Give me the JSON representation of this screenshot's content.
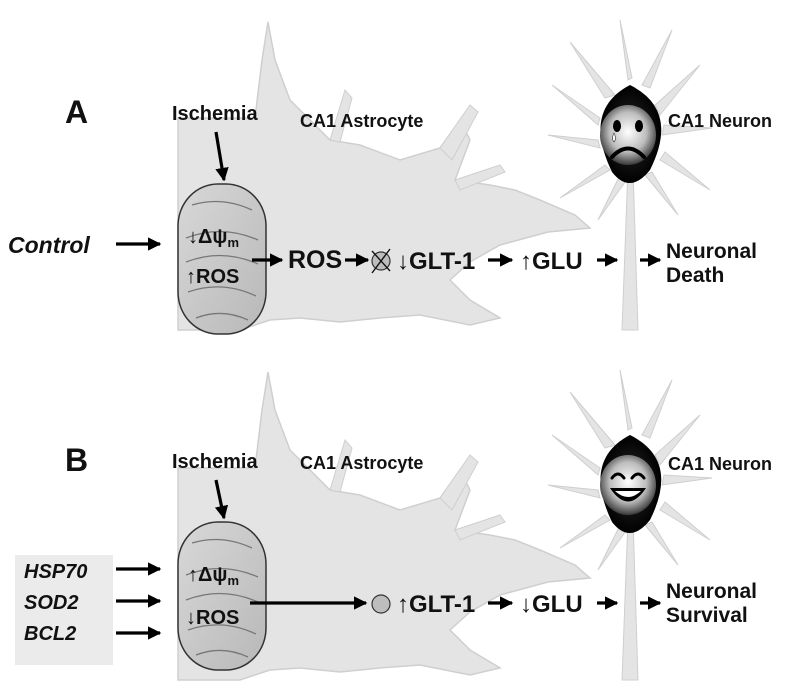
{
  "panels": [
    {
      "letter": "A",
      "ischemia": "Ischemia",
      "astrocyte": "CA1 Astrocyte",
      "neuron": "CA1 Neuron",
      "input": "Control",
      "mito_top_arrow": "↓",
      "mito_top_sym": "Δψ",
      "mito_top_sub": "m",
      "mito_bottom": "↑ROS",
      "ros": "ROS",
      "glt_arrow": "↓",
      "glt": "GLT-1",
      "glu_arrow": "↑",
      "glu": "GLU",
      "outcome_line1": "Neuronal",
      "outcome_line2": "Death"
    },
    {
      "letter": "B",
      "ischemia": "Ischemia",
      "astrocyte": "CA1 Astrocyte",
      "neuron": "CA1 Neuron",
      "inputs": [
        "HSP70",
        "SOD2",
        "BCL2"
      ],
      "mito_top_arrow": "↑",
      "mito_top_sym": "Δψ",
      "mito_top_sub": "m",
      "mito_bottom": "↓ROS",
      "glt_arrow": "↑",
      "glt": "GLT-1",
      "glu_arrow": "↓",
      "glu": "GLU",
      "outcome_line1": "Neuronal",
      "outcome_line2": "Survival"
    }
  ],
  "colors": {
    "cell_fill": "#e4e4e4",
    "cell_stroke": "#d4d4d4",
    "mito_fill": "#c9c9c9",
    "neuron_dark": "#1a1a1a",
    "arrow": "#000000"
  }
}
